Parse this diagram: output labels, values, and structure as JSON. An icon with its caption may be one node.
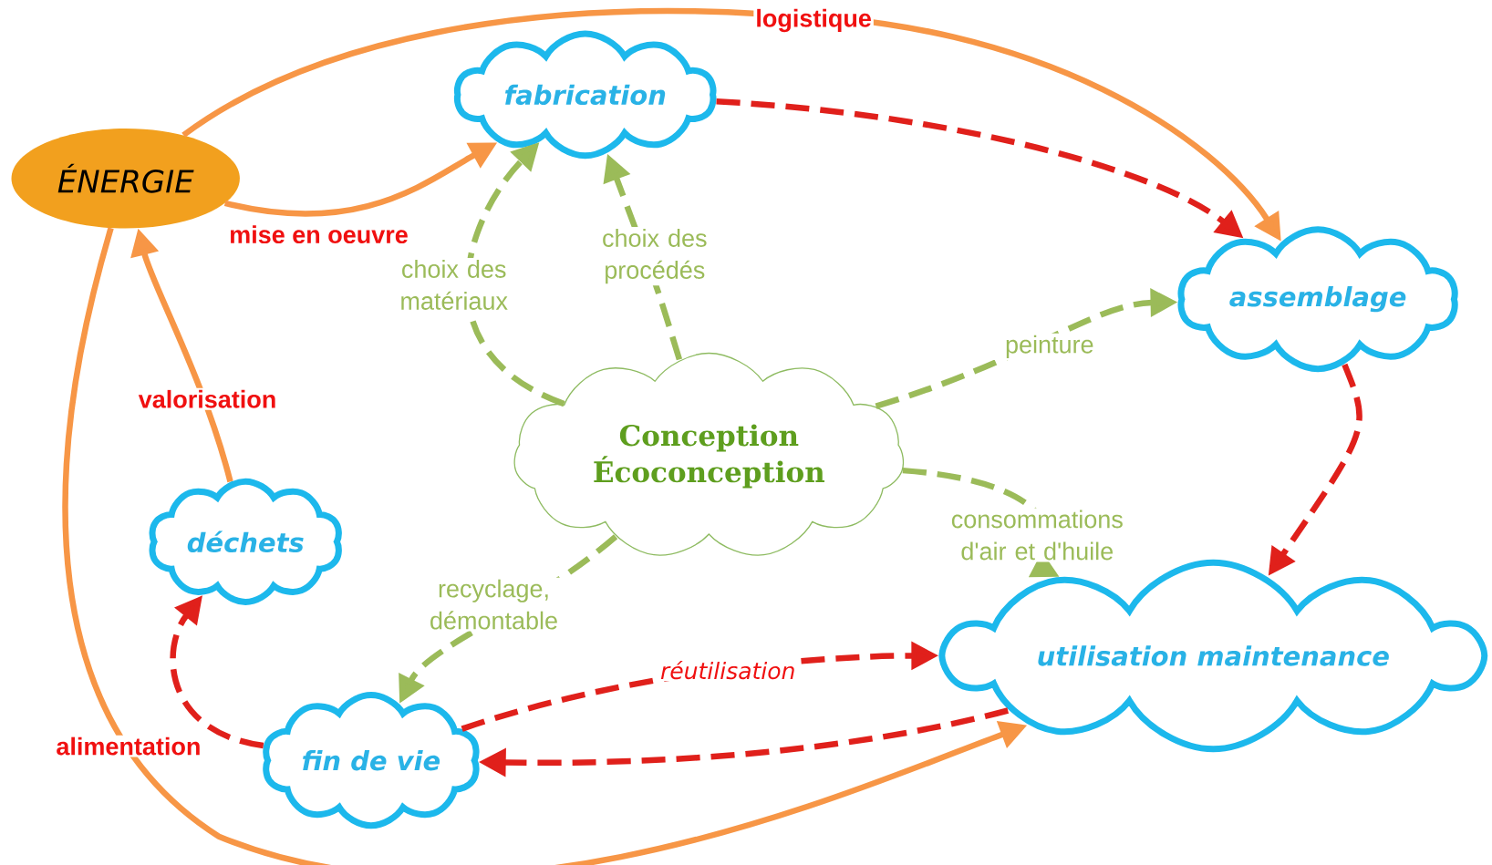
{
  "diagram": {
    "nodes": [
      {
        "text": [
          "ÉNERGIE"
        ]
      },
      {
        "text": [
          "fabrication"
        ]
      },
      {
        "text": [
          "assemblage"
        ]
      },
      {
        "text": [
          "Conception Écoconception"
        ]
      },
      {
        "text": [
          "déchets"
        ]
      },
      {
        "text": [
          "utilisation maintenance"
        ]
      },
      {
        "text": [
          "fin de vie"
        ]
      }
    ],
    "edges": [
      {
        "from": 0,
        "to": 2,
        "arrow": "to",
        "label": "logistique",
        "color": "#f79646"
      },
      {
        "from": 0,
        "to": 1,
        "arrow": "to",
        "label": "mise en oeuvre",
        "color": "#f79646"
      },
      {
        "from": 4,
        "to": 0,
        "arrow": "to",
        "label": "valorisation",
        "color": "#f79646"
      },
      {
        "from": 0,
        "to": 5,
        "arrow": "to",
        "label": "alimentation",
        "color": "#f79646"
      },
      {
        "from": 1,
        "to": 2,
        "arrow": "to",
        "style": "dashed",
        "color": "#e0201b"
      },
      {
        "from": 2,
        "to": 5,
        "arrow": "to",
        "style": "dashed",
        "color": "#e0201b"
      },
      {
        "from": 6,
        "to": 5,
        "arrow": "to",
        "label": "réutilisation",
        "style": "dashed",
        "color": "#e0201b"
      },
      {
        "from": 5,
        "to": 6,
        "arrow": "to",
        "style": "dashed",
        "color": "#e0201b"
      },
      {
        "from": 6,
        "to": 4,
        "arrow": "to",
        "style": "dashed",
        "color": "#e0201b"
      },
      {
        "from": 3,
        "to": 1,
        "arrow": "to",
        "label": "choix des matériaux",
        "style": "dashed",
        "color": "#9bbb59"
      },
      {
        "from": 3,
        "to": 1,
        "arrow": "to",
        "label": "choix des procédés",
        "style": "dashed",
        "color": "#9bbb59"
      },
      {
        "from": 3,
        "to": 2,
        "arrow": "to",
        "label": "peinture",
        "style": "dashed",
        "color": "#9bbb59"
      },
      {
        "from": 3,
        "to": 5,
        "arrow": "to",
        "label": "consommations d'air et d'huile",
        "style": "dashed",
        "color": "#9bbb59"
      },
      {
        "from": 3,
        "to": 6,
        "arrow": "to",
        "label": "recyclage, démontable",
        "style": "dashed",
        "color": "#9bbb59"
      }
    ]
  }
}
